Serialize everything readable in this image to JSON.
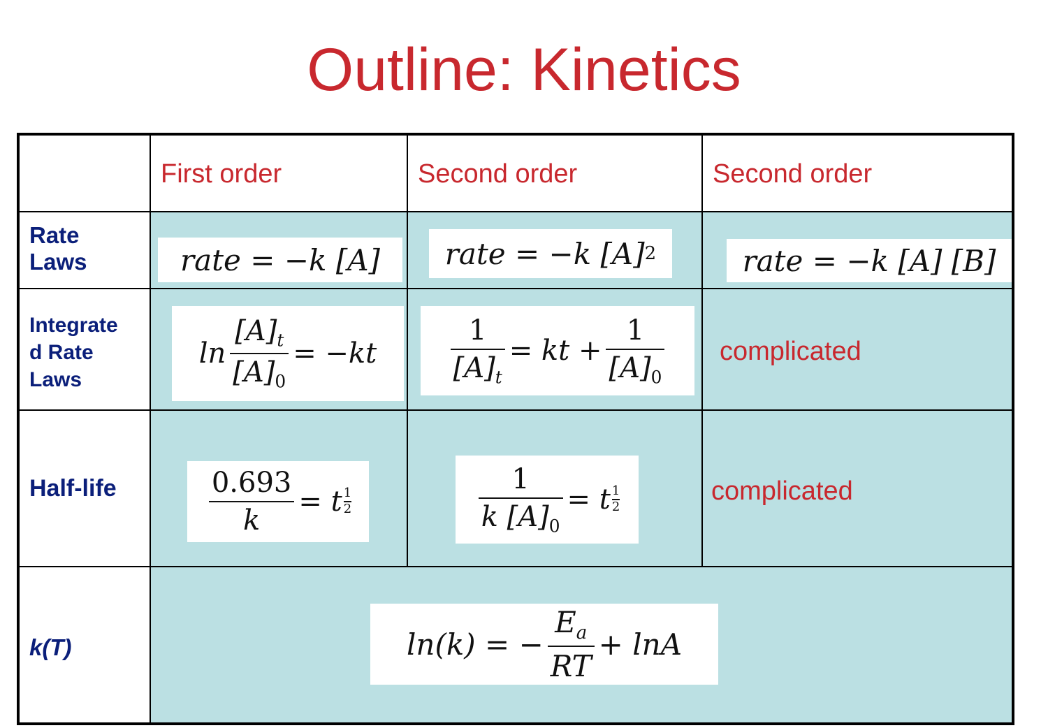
{
  "title": "Outline: Kinetics",
  "columns": [
    "",
    "First order",
    "Second order",
    "Second order"
  ],
  "rows": [
    {
      "label": "Rate\nLaws"
    },
    {
      "label": "Integrate\nd Rate\nLaws"
    },
    {
      "label": "Half-life"
    },
    {
      "label": "k(T)"
    }
  ],
  "equations": {
    "rate_first": {
      "lhs": "rate",
      "op": "=",
      "rhs": "−k [A]"
    },
    "rate_second": {
      "lhs": "rate",
      "op": "=",
      "rhs": "−k [A]",
      "exp": "2"
    },
    "rate_second_ab": {
      "lhs": "rate",
      "op": "=",
      "rhs": "−k [A] [B]"
    },
    "int_first": {
      "pre": "ln",
      "num": "[A]",
      "num_sub": "t",
      "den": "[A]",
      "den_sub": "0",
      "rhs": "= −kt"
    },
    "int_second": {
      "num1": "1",
      "den1": "[A]",
      "den1_sub": "t",
      "mid": "= kt +",
      "num2": "1",
      "den2": "[A]",
      "den2_sub": "0"
    },
    "half_first": {
      "num": "0.693",
      "den": "k",
      "rhs": "= t",
      "half_num": "1",
      "half_den": "2"
    },
    "half_second": {
      "num": "1",
      "den": "k [A]",
      "den_sub": "0",
      "rhs": "= t",
      "half_num": "1",
      "half_den": "2"
    },
    "arrhenius": {
      "lhs": "ln(k) = −",
      "num": "E",
      "num_sub": "a",
      "den": "RT",
      "rhs": "+ lnA"
    }
  },
  "notes": {
    "integrated_third": "complicated",
    "half_third": "complicated"
  },
  "colors": {
    "title": "#c8282e",
    "header_text": "#c8282e",
    "row_label": "#0b1f7a",
    "cell_fill": "#bbe0e3",
    "border": "#000000"
  }
}
